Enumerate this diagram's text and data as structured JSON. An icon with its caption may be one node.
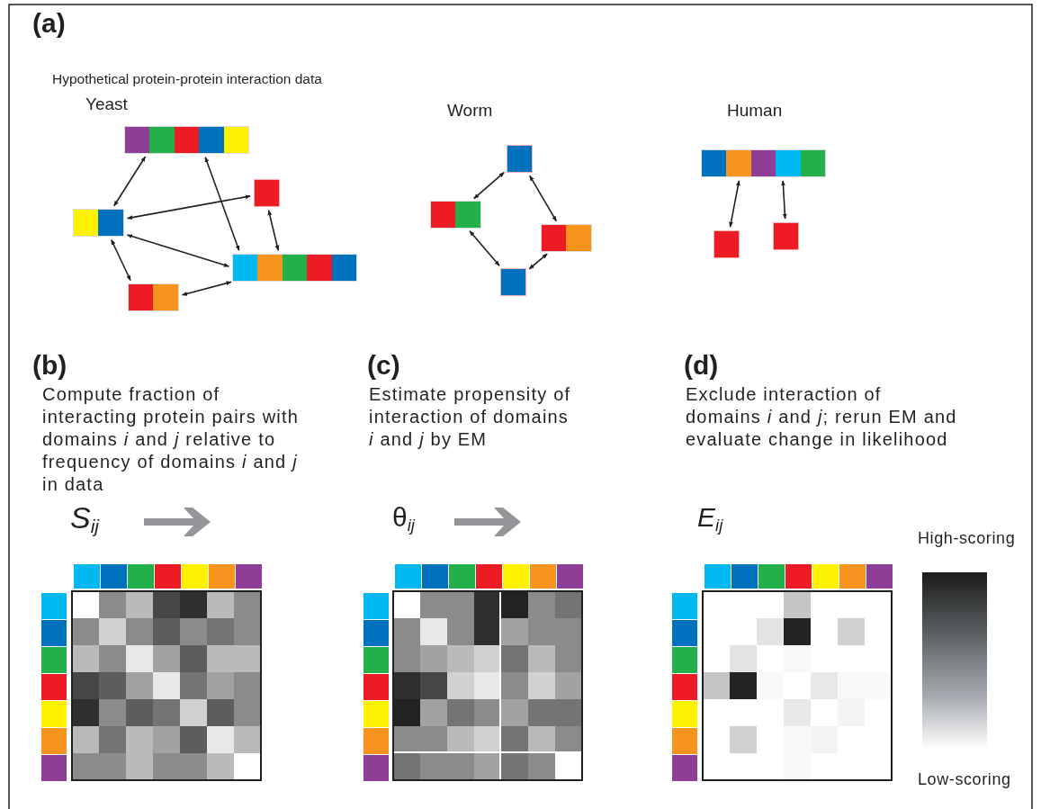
{
  "diagram": {
    "nodes": [
      {
        "text": [],
        "shape": "bar"
      },
      {
        "text": [],
        "shape": "box"
      },
      {
        "text": [],
        "shape": "bar"
      },
      {
        "text": [],
        "shape": "bar"
      },
      {
        "text": [],
        "shape": "bar"
      },
      {
        "text": [],
        "shape": "box"
      },
      {
        "text": [],
        "shape": "bar"
      },
      {
        "text": [],
        "shape": "bar"
      },
      {
        "text": [],
        "shape": "box"
      },
      {
        "text": [],
        "shape": "bar"
      },
      {
        "text": [],
        "shape": "box"
      },
      {
        "text": [],
        "shape": "box"
      }
    ],
    "edges": [
      {
        "from": 0,
        "to": 2,
        "arrow": "both"
      },
      {
        "from": 0,
        "to": 3,
        "arrow": "both"
      },
      {
        "from": 1,
        "to": 2,
        "arrow": "both"
      },
      {
        "from": 1,
        "to": 3,
        "arrow": "both"
      },
      {
        "from": 2,
        "to": 3,
        "arrow": "both"
      },
      {
        "from": 2,
        "to": 4,
        "arrow": "both"
      },
      {
        "from": 4,
        "to": 3,
        "arrow": "both"
      },
      {
        "from": 5,
        "to": 6,
        "arrow": "both"
      },
      {
        "from": 5,
        "to": 7,
        "arrow": "both"
      },
      {
        "from": 6,
        "to": 8,
        "arrow": "both"
      },
      {
        "from": 8,
        "to": 7,
        "arrow": "both"
      },
      {
        "from": 9,
        "to": 10,
        "arrow": "both"
      },
      {
        "from": 9,
        "to": 11,
        "arrow": "both"
      }
    ],
    "labels": [
      "(a)",
      "Hypothetical protein-protein interaction data",
      "Yeast",
      "Worm",
      "Human",
      "(b)",
      "Compute fraction of interacting protein pairs with domains *i* and *j* relative to frequency of domains *i* and *j* in data",
      "(c)",
      "Estimate propensity of interaction of domains *i* and *j* by EM",
      "(d)",
      "Exclude interaction of domains *i* and *j*; rerun EM and evaluate change in likelihood",
      "S$_{ij}$",
      "θ$_{ij}$",
      "E$_{ij}$",
      "High-scoring",
      "Low-scoring"
    ]
  }
}
